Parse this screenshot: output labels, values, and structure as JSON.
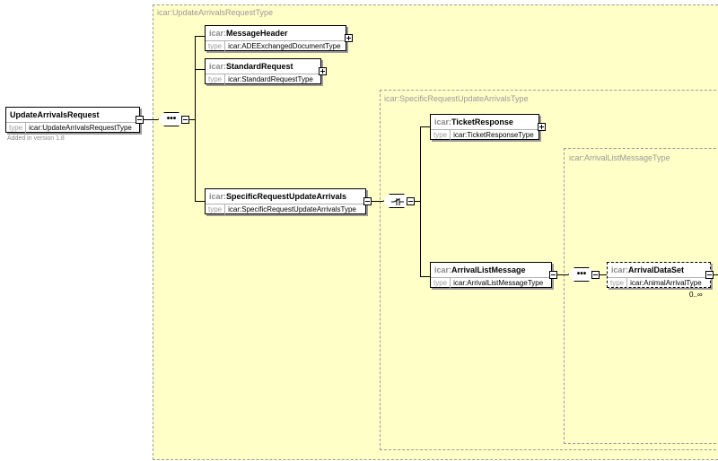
{
  "root": {
    "name": "UpdateArrivalsRequest",
    "type_label": "type",
    "type": "icar:UpdateArrivalsRequestType",
    "note": "Added in version 1.8"
  },
  "regions": {
    "update_arrivals_type": "icar:UpdateArrivalsRequestType",
    "specific_request_type": "icar:SpecificRequestUpdateArrivalsType",
    "arrival_list_type": "icar:ArrivalListMessageType"
  },
  "elements": {
    "message_header": {
      "prefix": "icar:",
      "name": "MessageHeader",
      "type_label": "type",
      "type": "icar:ADEExchangedDocumentType"
    },
    "standard_request": {
      "prefix": "icar:",
      "name": "StandardRequest",
      "type_label": "type",
      "type": "icar:StandardRequestType"
    },
    "specific_request": {
      "prefix": "icar:",
      "name": "SpecificRequestUpdateArrivals",
      "type_label": "type",
      "type": "icar:SpecificRequestUpdateArrivalsType"
    },
    "ticket_response": {
      "prefix": "icar:",
      "name": "TicketResponse",
      "type_label": "type",
      "type": "icar:TicketResponseType"
    },
    "arrival_list_message": {
      "prefix": "icar:",
      "name": "ArrivalListMessage",
      "type_label": "type",
      "type": "icar:ArrivalListMessageType"
    },
    "arrival_data_set": {
      "prefix": "icar:",
      "name": "ArrivalDataSet",
      "type_label": "type",
      "type": "icar:AnimalArrivalType",
      "occurrence": "0..∞"
    }
  },
  "icons": [
    "sequence-compositor-icon",
    "choice-compositor-icon",
    "expand-button-icon",
    "collapse-button-icon"
  ]
}
